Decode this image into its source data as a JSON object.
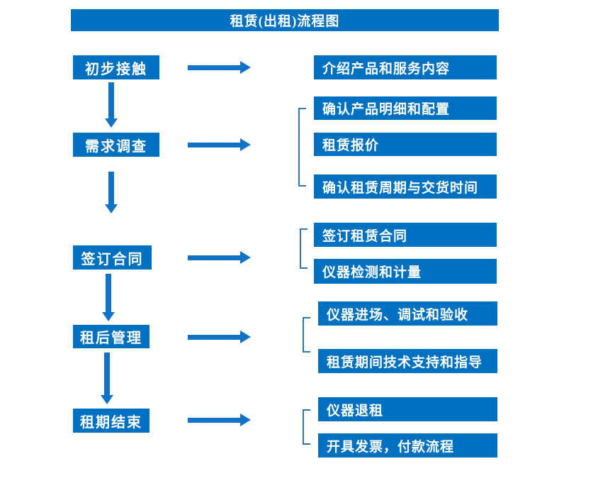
{
  "title": "租赁(出租)流程图",
  "colors": {
    "primary": "#0070C0",
    "arrow": "#1272C5",
    "bracket": "#2E75B6"
  },
  "flow": {
    "steps": [
      {
        "label": "初步接触",
        "details": [
          "介绍产品和服务内容"
        ]
      },
      {
        "label": "需求调查",
        "details": [
          "确认产品明细和配置",
          "租赁报价",
          "确认租赁周期与交货时间"
        ]
      },
      {
        "label": "签订合同",
        "details": [
          "签订租赁合同",
          "仪器检测和计量"
        ]
      },
      {
        "label": "租后管理",
        "details": [
          "仪器进场、调试和验收",
          "租赁期间技术支持和指导"
        ]
      },
      {
        "label": "租期结束",
        "details": [
          "仪器退租",
          "开具发票，付款流程"
        ]
      }
    ]
  }
}
